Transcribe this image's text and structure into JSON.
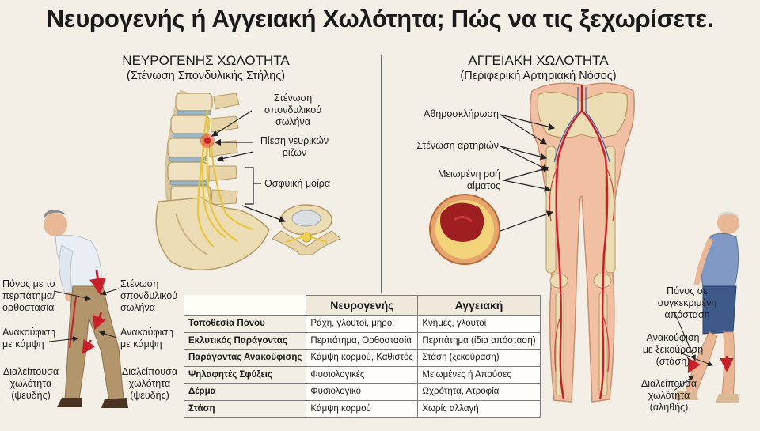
{
  "title": "Νευρογενής ή Αγγειακή Χωλότητα; Πώς να τις ξεχωρίσετε.",
  "neuro": {
    "heading": "ΝΕΥΡΟΓΕΝΗΣ ΧΩΛΟΤΗΤΑ",
    "subheading": "(Στένωση Σπονδυλικής Στήλης)",
    "spine_labels": {
      "stenosis": "Στένωση\nσπονδυλικού\nσωλήνα",
      "nerve": "Πίεση νευρικών\nριζών",
      "lumbar": "Οσφυϊκή μοίρα"
    },
    "figure_labels": {
      "pain": "Πόνος με το\nπερπάτημα/\nορθοστασία",
      "stenosis": "Στένωση\nσπονδυλικού\nσωλήνα",
      "relief_left": "Ανακούφιση\nμε κάμψη",
      "relief_right": "Ανακούφιση\nμε κάμψη",
      "intermittent_left": "Διαλείπουσα\nχωλότητα\n(ψευδής)",
      "intermittent_right": "Διαλείπουσα\nχωλότητα\n(ψευδής)"
    }
  },
  "vascular": {
    "heading": "ΑΓΓΕΙΑΚΗ ΧΩΛΟΤΗΤΑ",
    "subheading": "(Περιφερική Αρτηριακή Νόσος)",
    "leg_labels": {
      "athero": "Αθηροσκλήρωση",
      "artery": "Στένωση αρτηριών",
      "flow": "Μειωμένη ροή\nαίματος"
    },
    "figure_labels": {
      "pain": "Πόνος σε\nσυγκεκριμένη\nαπόσταση",
      "relief": "Ανακούφιση\nμε ξεκούραση\n(στάση)",
      "intermittent": "Διαλείπουσα\nχωλότητα\n(αληθής)"
    }
  },
  "table": {
    "col1": "Νευρογενής",
    "col2": "Αγγειακή",
    "rows": [
      {
        "label": "Τοποθεσία Πόνου",
        "neuro": "Ράχη, γλουτοί, μηροί",
        "vascular": "Κνήμες, γλουτοί"
      },
      {
        "label": "Εκλυτικός Παράγοντας",
        "neuro": "Περπάτημα, Ορθοστασία",
        "vascular": "Περπάτημα (ίδια απόσταση)"
      },
      {
        "label": "Παράγοντας Ανακούφισης",
        "neuro": "Κάμψη κορμού, Καθιστός",
        "vascular": "Στάση (ξεκούραση)"
      },
      {
        "label": "Ψηλαφητές Σφύξεις",
        "neuro": "Φυσιολογικές",
        "vascular": "Μειωμένες ή Απούσες"
      },
      {
        "label": "Δέρμα",
        "neuro": "Φυσιολογικό",
        "vascular": "Ωχρότητα, Ατροφία"
      },
      {
        "label": "Στάση",
        "neuro": "Κάμψη κορμού",
        "vascular": "Χωρίς αλλαγή"
      }
    ]
  }
}
